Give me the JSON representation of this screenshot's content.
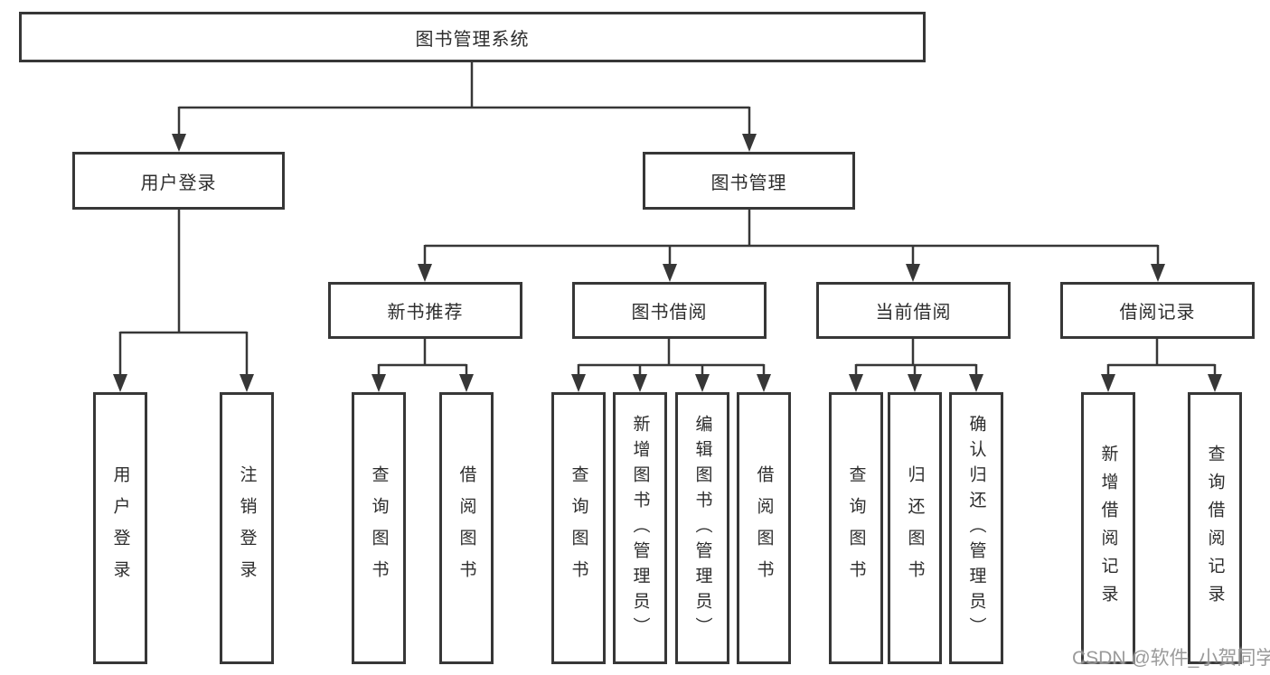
{
  "tree": {
    "root": {
      "label": "图书管理系统"
    },
    "branches": [
      {
        "label": "用户登录",
        "children": [
          {
            "label": "用户登录"
          },
          {
            "label": "注销登录"
          }
        ]
      },
      {
        "label": "图书管理",
        "sections": [
          {
            "label": "新书推荐",
            "children": [
              {
                "label": "查询图书"
              },
              {
                "label": "借阅图书"
              }
            ]
          },
          {
            "label": "图书借阅",
            "children": [
              {
                "label": "查询图书"
              },
              {
                "label": "新增图书（管理员）"
              },
              {
                "label": "编辑图书（管理员）"
              },
              {
                "label": "借阅图书"
              }
            ]
          },
          {
            "label": "当前借阅",
            "children": [
              {
                "label": "查询图书"
              },
              {
                "label": "归还图书"
              },
              {
                "label": "确认归还（管理员）"
              }
            ]
          },
          {
            "label": "借阅记录",
            "children": [
              {
                "label": "新增借阅记录"
              },
              {
                "label": "查询借阅记录"
              }
            ]
          }
        ]
      }
    ]
  },
  "watermark": {
    "text": "CSDN @软件_小贺同学"
  },
  "colors": {
    "line": "#373737",
    "text": "#2d2d2d",
    "background": "#ffffff",
    "watermark": "#919191"
  }
}
